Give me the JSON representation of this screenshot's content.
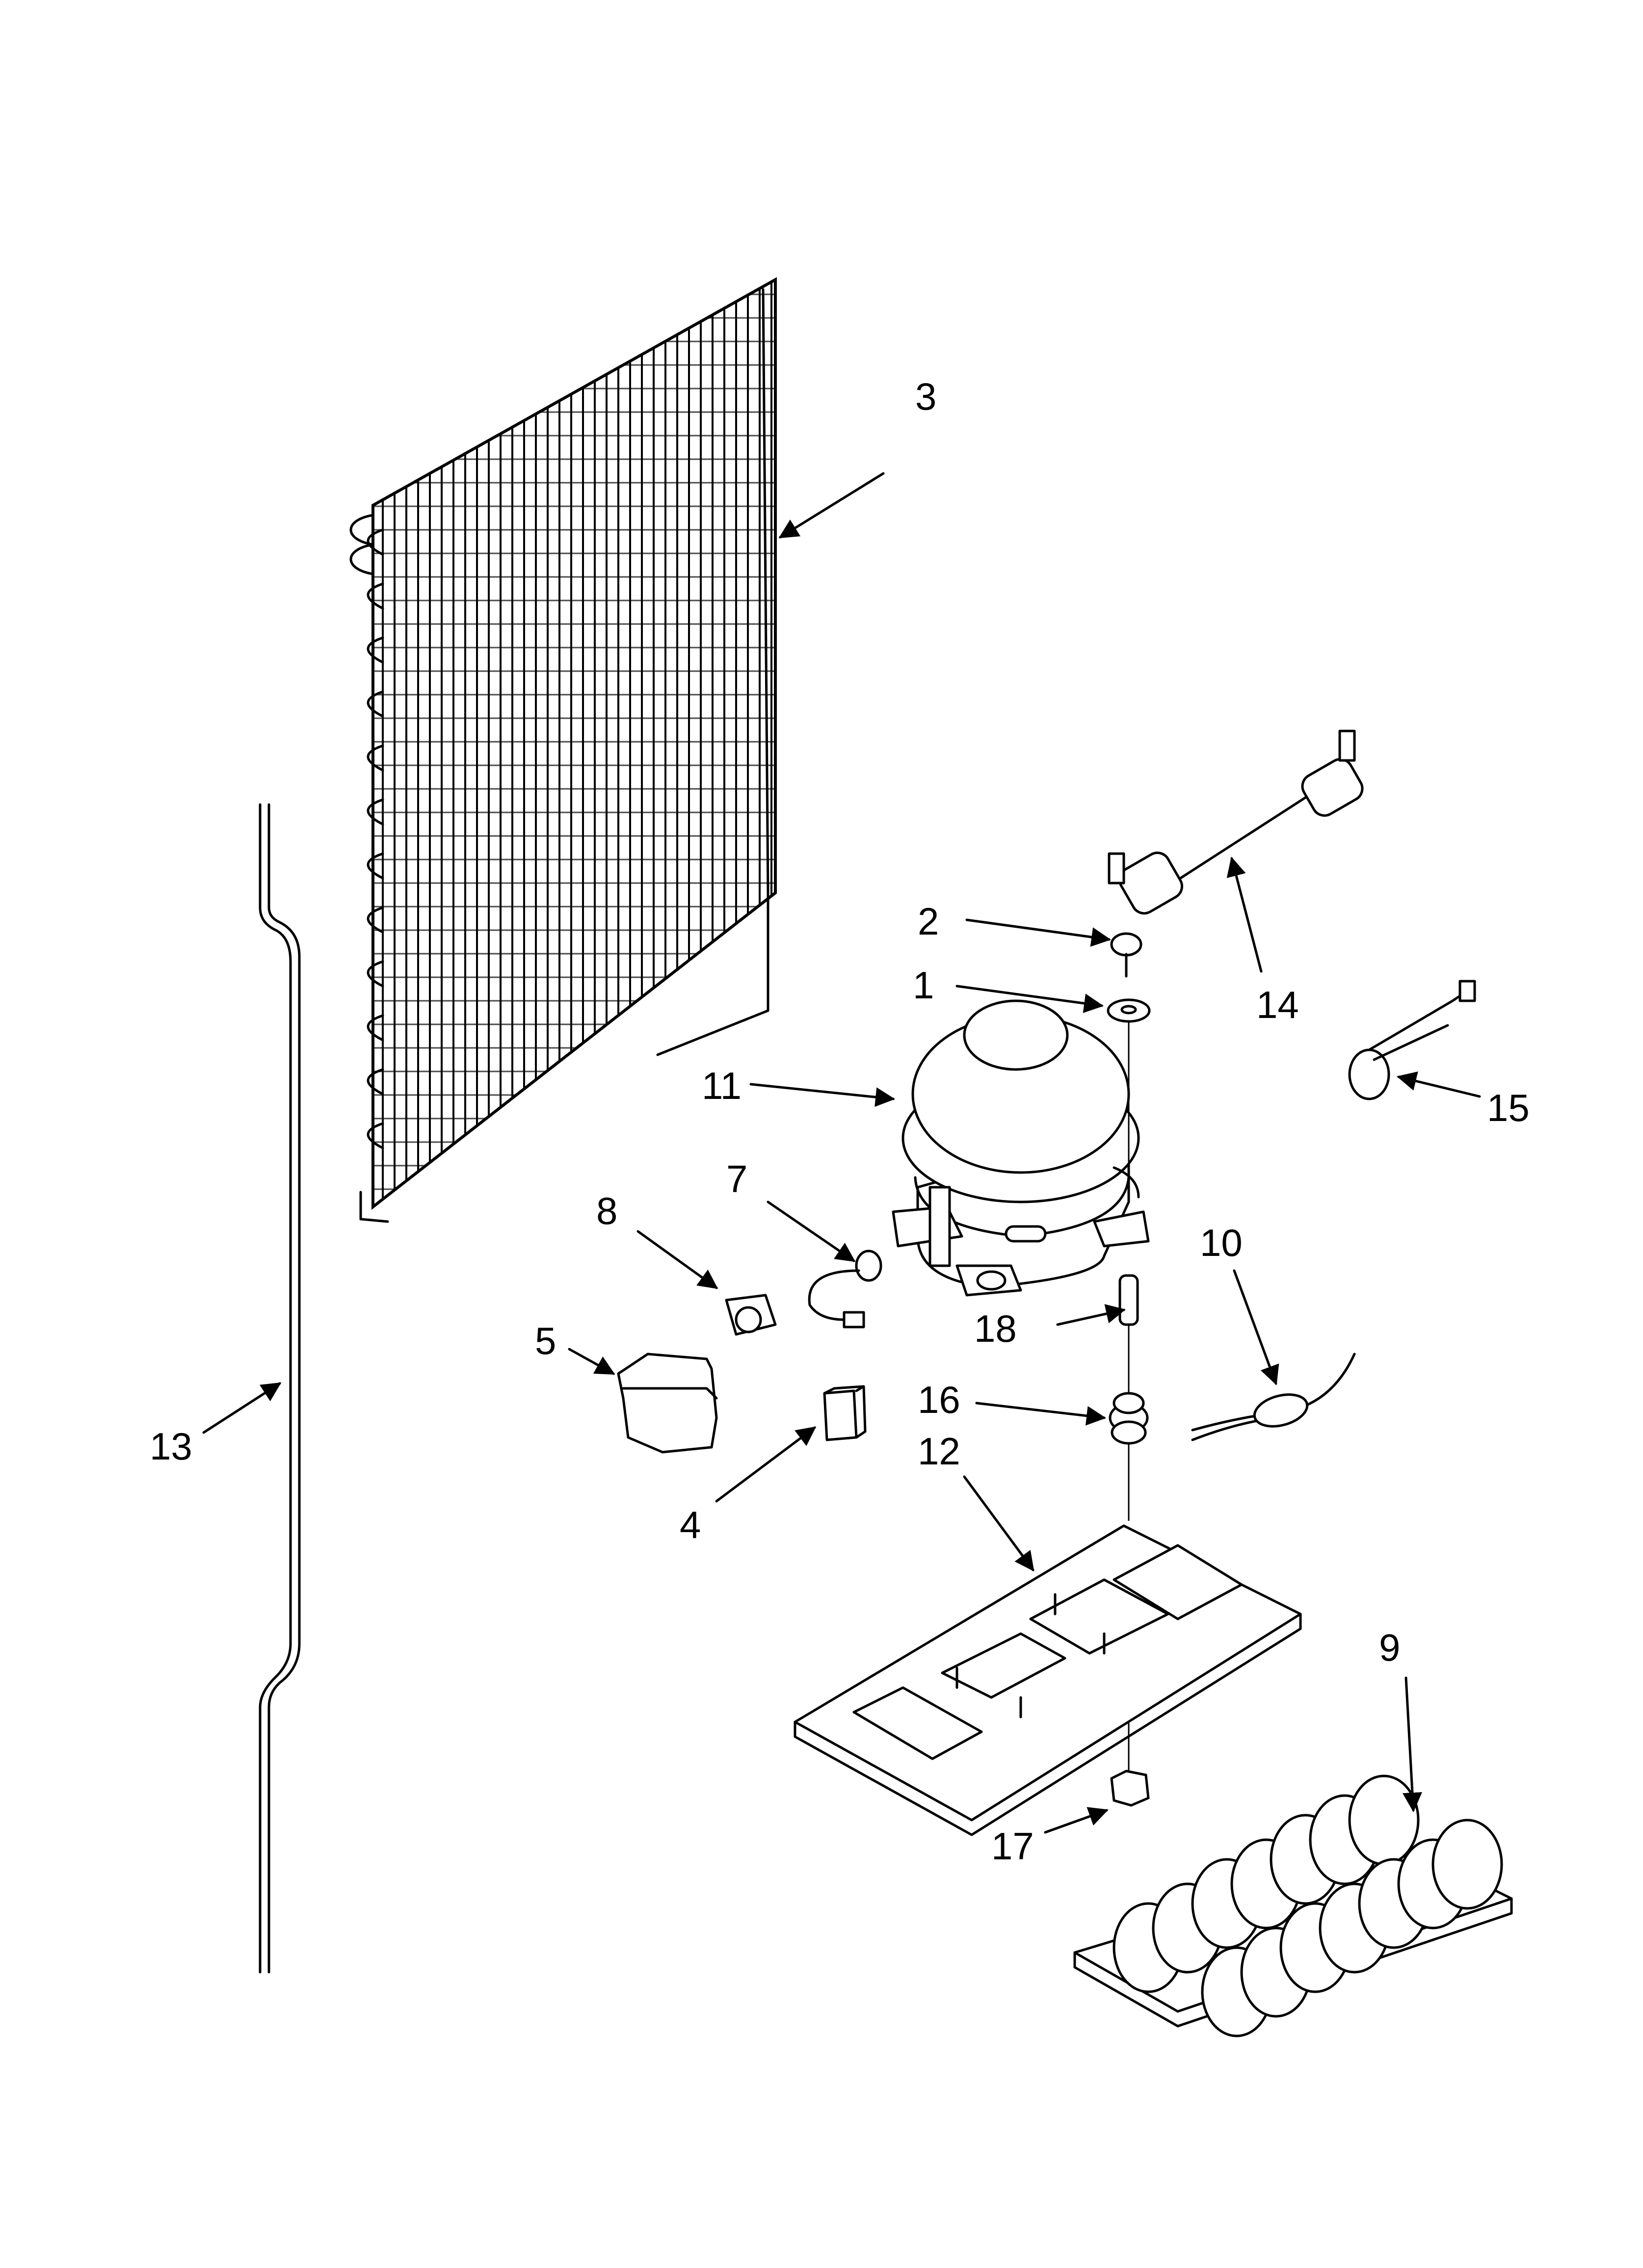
{
  "callouts": {
    "c1": "1",
    "c2": "2",
    "c3": "3",
    "c4": "4",
    "c5": "5",
    "c7": "7",
    "c8": "8",
    "c9": "9",
    "c10": "10",
    "c11": "11",
    "c12": "12",
    "c13": "13",
    "c14": "14",
    "c15": "15",
    "c16": "16",
    "c17": "17",
    "c18": "18"
  }
}
